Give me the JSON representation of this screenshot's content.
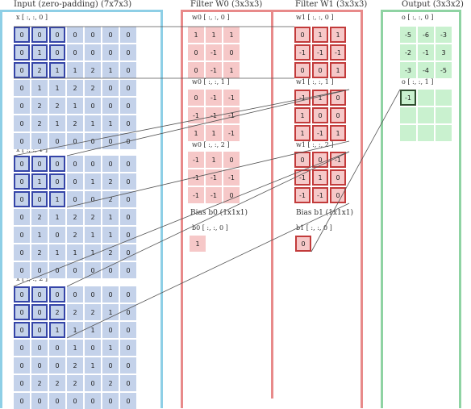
{
  "input": {
    "title": "Input (zero-padding)  (7x7x3)",
    "slices": [
      {
        "label": "x [ :, :, 0 ]",
        "rows": [
          [
            "0",
            "0",
            "0",
            "0",
            "0",
            "0",
            "0"
          ],
          [
            "0",
            "1",
            "0",
            "0",
            "0",
            "0",
            "0"
          ],
          [
            "0",
            "2",
            "1",
            "1",
            "2",
            "1",
            "0"
          ],
          [
            "0",
            "1",
            "1",
            "2",
            "2",
            "0",
            "0"
          ],
          [
            "0",
            "2",
            "2",
            "1",
            "0",
            "0",
            "0"
          ],
          [
            "0",
            "2",
            "1",
            "2",
            "1",
            "1",
            "0"
          ],
          [
            "0",
            "0",
            "0",
            "0",
            "0",
            "0",
            "0"
          ]
        ]
      },
      {
        "label": "x [ :, :, 1 ]",
        "rows": [
          [
            "0",
            "0",
            "0",
            "0",
            "0",
            "0",
            "0"
          ],
          [
            "0",
            "1",
            "0",
            "0",
            "1",
            "2",
            "0"
          ],
          [
            "0",
            "0",
            "1",
            "0",
            "0",
            "2",
            "0"
          ],
          [
            "0",
            "2",
            "1",
            "2",
            "2",
            "1",
            "0"
          ],
          [
            "0",
            "1",
            "0",
            "2",
            "1",
            "1",
            "0"
          ],
          [
            "0",
            "2",
            "1",
            "1",
            "1",
            "2",
            "0"
          ],
          [
            "0",
            "0",
            "0",
            "0",
            "0",
            "0",
            "0"
          ]
        ]
      },
      {
        "label": "x [ :, :, 2 ]",
        "rows": [
          [
            "0",
            "0",
            "0",
            "0",
            "0",
            "0",
            "0"
          ],
          [
            "0",
            "0",
            "2",
            "2",
            "2",
            "1",
            "0"
          ],
          [
            "0",
            "0",
            "1",
            "1",
            "1",
            "0",
            "0"
          ],
          [
            "0",
            "0",
            "0",
            "1",
            "0",
            "1",
            "0"
          ],
          [
            "0",
            "0",
            "0",
            "2",
            "1",
            "0",
            "0"
          ],
          [
            "0",
            "2",
            "2",
            "2",
            "0",
            "2",
            "0"
          ],
          [
            "0",
            "0",
            "0",
            "0",
            "0",
            "0",
            "0"
          ]
        ]
      }
    ]
  },
  "filter_w0": {
    "title": "Filter W0  (3x3x3)",
    "slices": [
      {
        "label": "w0 [ :, :, 0 ]",
        "rows": [
          [
            "1",
            "1",
            "1"
          ],
          [
            "0",
            "-1",
            "0"
          ],
          [
            "0",
            "-1",
            "1"
          ]
        ]
      },
      {
        "label": "w0 [ :, :, 1 ]",
        "rows": [
          [
            "0",
            "-1",
            "-1"
          ],
          [
            "-1",
            "-1",
            "-1"
          ],
          [
            "1",
            "1",
            "-1"
          ]
        ]
      },
      {
        "label": "w0 [ :, :, 2 ]",
        "rows": [
          [
            "-1",
            "1",
            "0"
          ],
          [
            "-1",
            "-1",
            "-1"
          ],
          [
            "-1",
            "-1",
            "0"
          ]
        ]
      }
    ],
    "bias_title": "Bias b0  (1x1x1)",
    "bias_label": "b0 [ :, :, 0 ]",
    "bias_value": "1"
  },
  "filter_w1": {
    "title": "Filter W1  (3x3x3)",
    "slices": [
      {
        "label": "w1 [ :, :, 0 ]",
        "rows": [
          [
            "0",
            "1",
            "1"
          ],
          [
            "-1",
            "-1",
            "-1"
          ],
          [
            "0",
            "0",
            "1"
          ]
        ]
      },
      {
        "label": "w1 [ :, :, 1 ]",
        "rows": [
          [
            "-1",
            "1",
            "0"
          ],
          [
            "1",
            "0",
            "0"
          ],
          [
            "1",
            "-1",
            "1"
          ]
        ]
      },
      {
        "label": "w1 [ :, :, 2 ]",
        "rows": [
          [
            "0",
            "0",
            "-1"
          ],
          [
            "-1",
            "1",
            "0"
          ],
          [
            "-1",
            "-1",
            "0"
          ]
        ]
      }
    ],
    "bias_title": "Bias b1  (1x1x1)",
    "bias_label": "b1 [ :, :, 0 ]",
    "bias_value": "0"
  },
  "output": {
    "title": "Output  (3x3x2)",
    "slices": [
      {
        "label": "o [ :, :, 0 ]",
        "rows": [
          [
            "-5",
            "-6",
            "-3"
          ],
          [
            "-2",
            "-1",
            "3"
          ],
          [
            "-3",
            "-4",
            "-5"
          ]
        ]
      },
      {
        "label": "o [ :, :, 1 ]",
        "rows": [
          [
            "-1",
            "",
            ""
          ],
          [
            "",
            "",
            ""
          ],
          [
            "",
            "",
            ""
          ]
        ]
      }
    ]
  },
  "colors": {
    "input_border": "#8ecfe6",
    "filter_border": "#e88a8a",
    "output_border": "#8fd3a3",
    "input_cell": "#c4d2ea",
    "filter_cell": "#f6c8c8",
    "output_cell": "#c9f1cf",
    "highlight_input": "#3545a8",
    "highlight_filter": "#c23b3b",
    "highlight_output": "#2f4d2f"
  }
}
